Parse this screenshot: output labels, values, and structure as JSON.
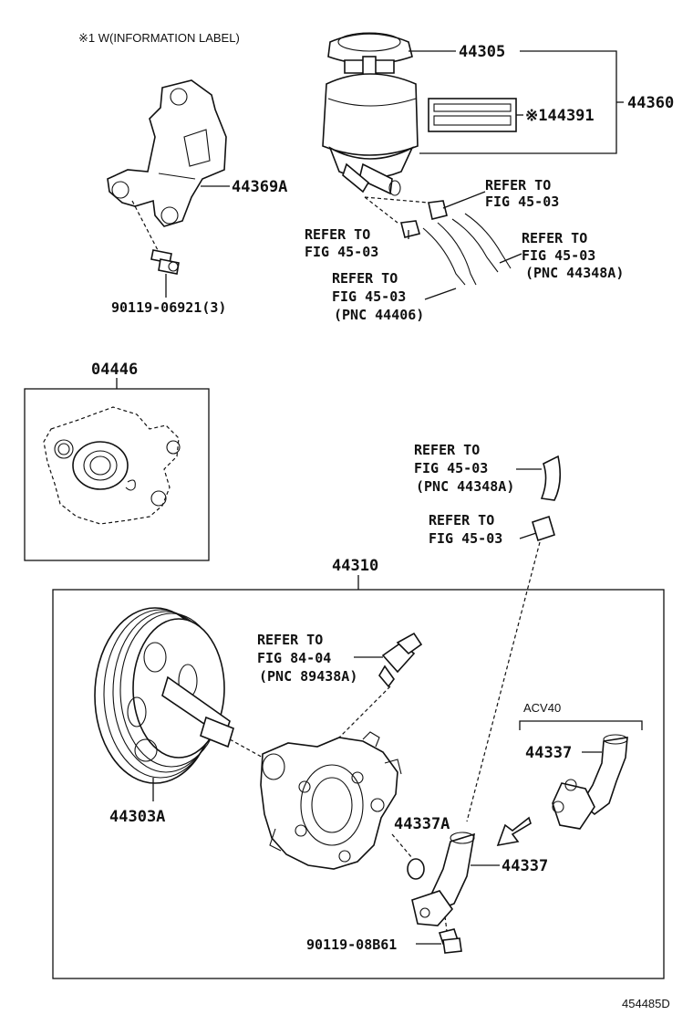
{
  "header_note": "※1 W(INFORMATION LABEL)",
  "diagram_id": "454485D",
  "variant_label": "ACV40",
  "parts": {
    "p44305": "44305",
    "p44391": "※144391",
    "p44360": "44360",
    "p44369A": "44369A",
    "p90119_06921": "90119-06921(3)",
    "p04446": "04446",
    "p44310": "44310",
    "p44303A": "44303A",
    "p44337A": "44337A",
    "p44337_main": "44337",
    "p44337_alt": "44337",
    "p90119_08B61": "90119-08B61"
  },
  "refs": {
    "r1": {
      "l1": "REFER TO",
      "l2": "FIG 45-03"
    },
    "r2": {
      "l1": "REFER TO",
      "l2": "FIG 45-03"
    },
    "r3": {
      "l1": "REFER TO",
      "l2": "FIG 45-03",
      "l3": "(PNC 44348A)"
    },
    "r4": {
      "l1": "REFER TO",
      "l2": "FIG 45-03",
      "l3": "(PNC 44406)"
    },
    "r5": {
      "l1": "REFER TO",
      "l2": "FIG 45-03",
      "l3": "(PNC 44348A)"
    },
    "r6": {
      "l1": "REFER TO",
      "l2": "FIG 45-03"
    },
    "r7": {
      "l1": "REFER TO",
      "l2": "FIG 84-04",
      "l3": "(PNC 89438A)"
    }
  }
}
